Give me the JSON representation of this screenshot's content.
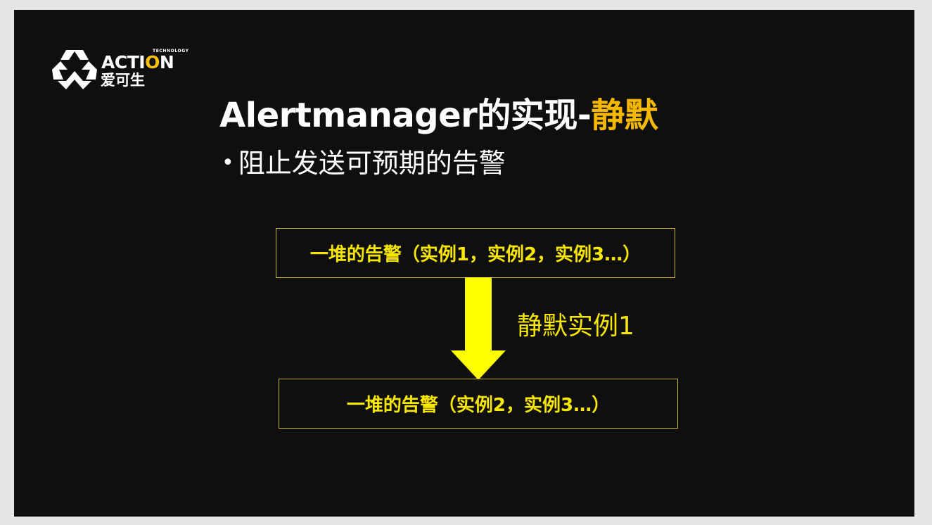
{
  "logo": {
    "brand_prefix": "ACTI",
    "brand_o": "O",
    "brand_suffix": "N",
    "tagline": "TECHNOLOGY",
    "chinese_name": "爱可生"
  },
  "slide": {
    "title_main": "Alertmanager的实现-",
    "title_accent": "静默",
    "bullet": "阻止发送可预期的告警"
  },
  "diagram": {
    "box_top": "一堆的告警（实例1，实例2，实例3…）",
    "arrow_label": "静默实例1",
    "box_bottom": "一堆的告警（实例2，实例3…）"
  },
  "colors": {
    "accent_orange": "#f5b800",
    "diagram_yellow": "#f7e600",
    "box_border": "#c9b22f",
    "slide_bg": "#0f0f0f"
  }
}
